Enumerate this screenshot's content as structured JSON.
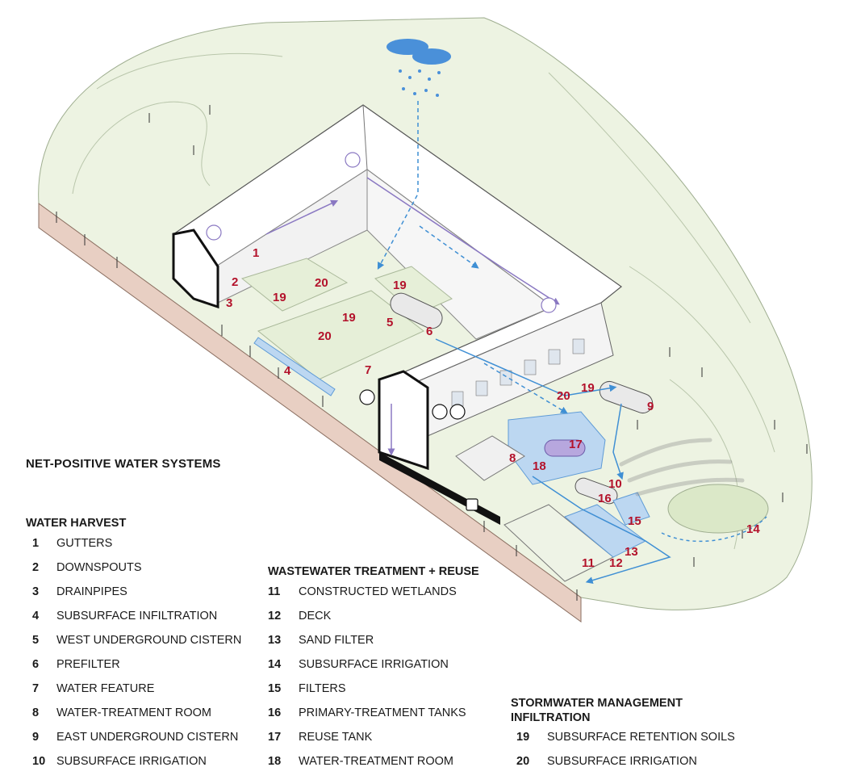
{
  "title": "NET-POSITIVE WATER SYSTEMS",
  "groups": {
    "harvest": {
      "heading": "WATER HARVEST",
      "items": [
        {
          "num": "1",
          "label": "GUTTERS"
        },
        {
          "num": "2",
          "label": "DOWNSPOUTS"
        },
        {
          "num": "3",
          "label": "DRAINPIPES"
        },
        {
          "num": "4",
          "label": "SUBSURFACE INFILTRATION"
        },
        {
          "num": "5",
          "label": "WEST UNDERGROUND CISTERN"
        },
        {
          "num": "6",
          "label": "PREFILTER"
        },
        {
          "num": "7",
          "label": "WATER FEATURE"
        },
        {
          "num": "8",
          "label": "WATER-TREATMENT ROOM"
        },
        {
          "num": "9",
          "label": "EAST UNDERGROUND CISTERN"
        },
        {
          "num": "10",
          "label": "SUBSURFACE IRRIGATION"
        }
      ]
    },
    "wastewater": {
      "heading": "WASTEWATER TREATMENT + REUSE",
      "items": [
        {
          "num": "11",
          "label": "CONSTRUCTED WETLANDS"
        },
        {
          "num": "12",
          "label": "DECK"
        },
        {
          "num": "13",
          "label": "SAND FILTER"
        },
        {
          "num": "14",
          "label": "SUBSURFACE IRRIGATION"
        },
        {
          "num": "15",
          "label": "FILTERS"
        },
        {
          "num": "16",
          "label": "PRIMARY-TREATMENT TANKS"
        },
        {
          "num": "17",
          "label": "REUSE TANK"
        },
        {
          "num": "18",
          "label": "WATER-TREATMENT ROOM"
        }
      ]
    },
    "stormwater": {
      "heading_line1": "STORMWATER MANAGEMENT",
      "heading_line2": "INFILTRATION",
      "items": [
        {
          "num": "19",
          "label": "SUBSURFACE RETENTION SOILS"
        },
        {
          "num": "20",
          "label": "SUBSURFACE IRRIGATION"
        }
      ]
    }
  },
  "callouts": {
    "c1": "1",
    "c2": "2",
    "c3": "3",
    "c4": "4",
    "c5": "5",
    "c6": "6",
    "c7": "7",
    "c8": "8",
    "c9": "9",
    "c10": "10",
    "c11": "11",
    "c12": "12",
    "c13": "13",
    "c14": "14",
    "c15": "15",
    "c16": "16",
    "c17": "17",
    "c18": "18",
    "c19a": "19",
    "c19b": "19",
    "c19c": "19",
    "c19d": "19",
    "c20a": "20",
    "c20b": "20",
    "c20c": "20"
  },
  "colors": {
    "callout": "#b3122b",
    "water": "#3f8fd4",
    "reuse": "#8a78c2",
    "lawn": "#e6efd8",
    "site": "#edf3e2",
    "earth": "#e8cfc3"
  }
}
